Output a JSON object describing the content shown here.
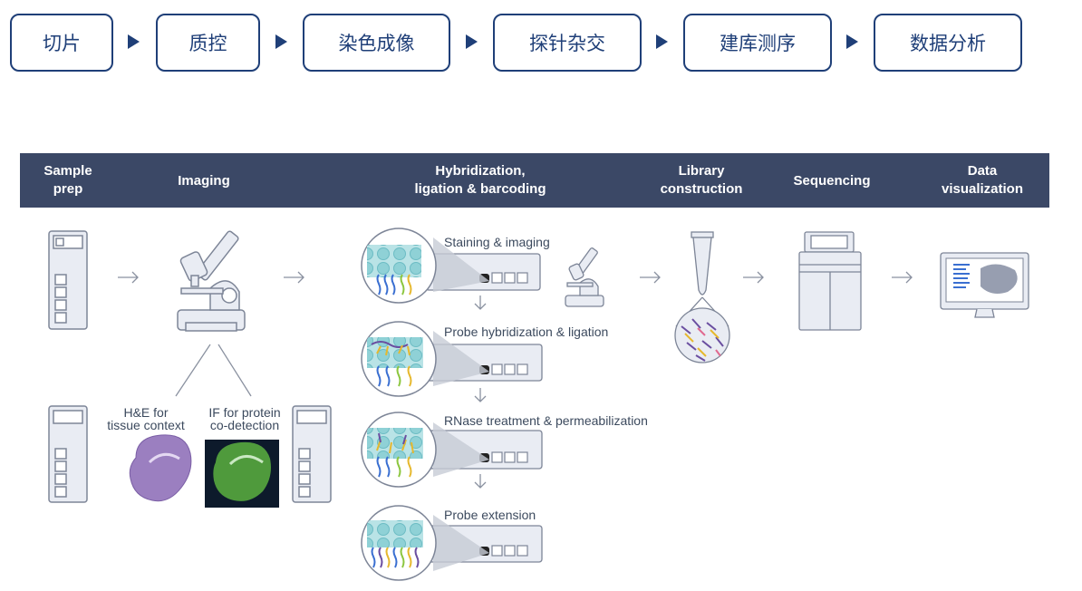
{
  "workflow_steps": [
    {
      "label": "切片"
    },
    {
      "label": "质控"
    },
    {
      "label": "染色成像"
    },
    {
      "label": "探针杂交"
    },
    {
      "label": "建库测序"
    },
    {
      "label": "数据分析"
    }
  ],
  "stages": {
    "sample_prep": "Sample\nprep",
    "imaging": "Imaging",
    "hybridization": "Hybridization,\nligation & barcoding",
    "library": "Library\nconstruction",
    "sequencing": "Sequencing",
    "data_viz": "Data\nvisualization"
  },
  "imaging_options": {
    "he": "H&E for\ntissue context",
    "if": "IF for protein\nco-detection"
  },
  "hyb_steps": [
    {
      "label": "Staining & imaging"
    },
    {
      "label": "Probe hybridization & ligation"
    },
    {
      "label": "RNase treatment & permeabilization"
    },
    {
      "label": "Probe extension"
    }
  ],
  "colors": {
    "step_border": "#1f3f78",
    "banner": "#3b4866",
    "icon_stroke": "#7d8597",
    "icon_fill": "#e9ecf3"
  }
}
